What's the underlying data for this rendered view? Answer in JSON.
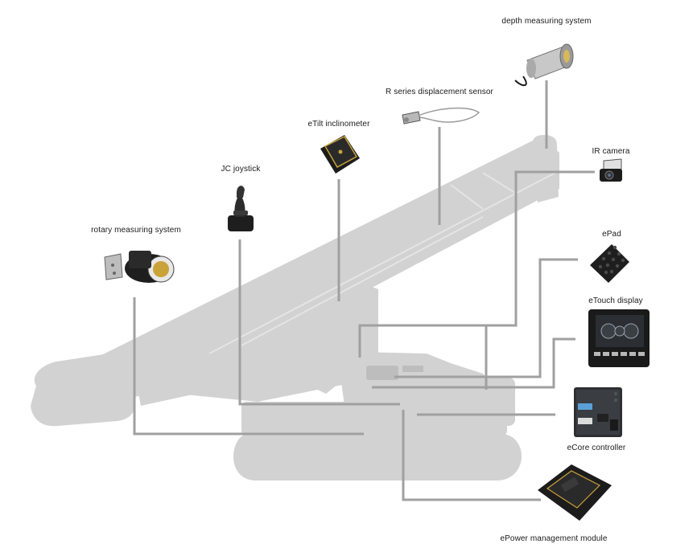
{
  "diagram": {
    "components": [
      {
        "id": "depth-measuring-system",
        "label": "depth measuring system"
      },
      {
        "id": "r-series-sensor",
        "label": "R series displacement sensor"
      },
      {
        "id": "etilt-inclinometer",
        "label": "eTilt inclinometer"
      },
      {
        "id": "jc-joystick",
        "label": "JC joystick"
      },
      {
        "id": "rotary-measuring-system",
        "label": "rotary measuring system"
      },
      {
        "id": "ir-camera",
        "label": "IR camera"
      },
      {
        "id": "epad",
        "label": "ePad"
      },
      {
        "id": "etouch-display",
        "label": "eTouch display"
      },
      {
        "id": "ecore-controller",
        "label": "eCore controller"
      },
      {
        "id": "epower-module",
        "label": "ePower management module"
      }
    ],
    "colors": {
      "machine_silhouette": "#d2d2d2",
      "connector_lines": "#a0a0a0",
      "device_dark": "#1c1c1c",
      "accent_gold": "#c9a23a",
      "accent_blue": "#5aa0d8",
      "label_text": "#1a1a1a"
    }
  }
}
